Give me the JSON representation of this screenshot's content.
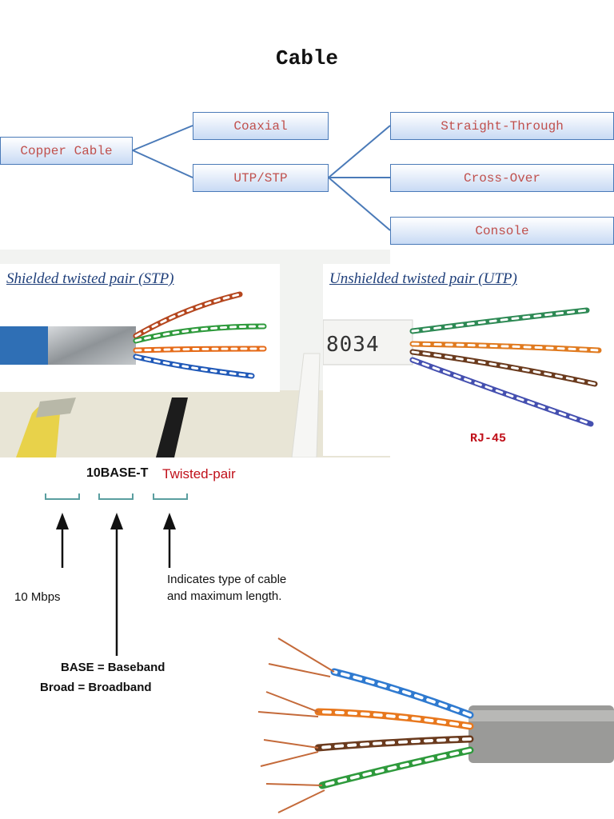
{
  "title": "Cable",
  "tree": {
    "root": "Copper Cable",
    "level1": [
      "Coaxial",
      "UTP/STP"
    ],
    "level2": [
      "Straight-Through",
      "Cross-Over",
      "Console"
    ]
  },
  "photos": {
    "stp_caption": "Shielded twisted pair (STP)",
    "utp_caption": "Unshielded twisted pair (UTP)",
    "utp_jacket_text": "8034",
    "rj45_label": "RJ-45"
  },
  "naming": {
    "code": "10BASE-T",
    "type_label": "Twisted-pair",
    "speed_note": "10 Mbps",
    "cable_note_line1": "Indicates type of cable",
    "cable_note_line2": "and maximum length.",
    "base_note": "BASE = Baseband",
    "broad_note": "Broad = Broadband"
  },
  "colors": {
    "box_text": "#c0504d",
    "box_border": "#4a7ab8",
    "connector_line": "#4a7ab8",
    "caption": "#1f3f7a",
    "rj45": "#c0101a",
    "type_label": "#c0101a",
    "bracket": "#5a9ea0"
  }
}
